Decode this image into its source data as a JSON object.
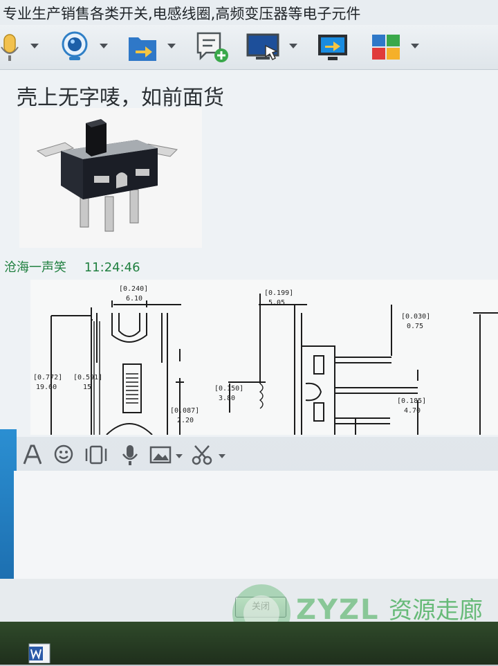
{
  "window": {
    "title": "专业生产销售各类开关,电感线圈,高频变压器等电子元件"
  },
  "toolbar": {
    "buttons": [
      {
        "icon": "microphone-icon"
      },
      {
        "icon": "webcam-icon"
      },
      {
        "icon": "file-transfer-icon"
      },
      {
        "icon": "add-contact-icon"
      },
      {
        "icon": "remote-desktop-icon"
      },
      {
        "icon": "share-screen-icon"
      },
      {
        "icon": "apps-icon"
      }
    ]
  },
  "chat": {
    "message1": {
      "text": "壳上无字唛，如前面货"
    },
    "message2": {
      "sender": "沧海一声笑",
      "time": "11:24:46"
    },
    "drawing": {
      "dims": [
        {
          "inch": "[0.240]",
          "mm": "6.10"
        },
        {
          "inch": "[0.772]",
          "mm": "19.60"
        },
        {
          "inch": "[0.591]",
          "mm": "15"
        },
        {
          "inch": "[0.087]",
          "mm": "2.20"
        },
        {
          "inch": "[0.199]",
          "mm": "5.05"
        },
        {
          "inch": "[0.150]",
          "mm": "3.80"
        },
        {
          "inch": "[0.030]",
          "mm": "0.75"
        },
        {
          "inch": "[0.185]",
          "mm": "4.70"
        }
      ]
    }
  },
  "input_toolbar": {
    "buttons": [
      {
        "icon": "font-icon"
      },
      {
        "icon": "emoji-icon"
      },
      {
        "icon": "shake-icon"
      },
      {
        "icon": "voice-icon"
      },
      {
        "icon": "image-icon"
      },
      {
        "icon": "screenshot-scissors-icon"
      }
    ]
  },
  "footer": {
    "close_label": "关闭"
  },
  "watermark": {
    "logo_text": "ZYZL",
    "site_name": "资源走廊"
  },
  "colors": {
    "sender_name": "#1f7f3f",
    "accent_blue": "#1d6fb0",
    "watermark_green": "#3caa50"
  }
}
